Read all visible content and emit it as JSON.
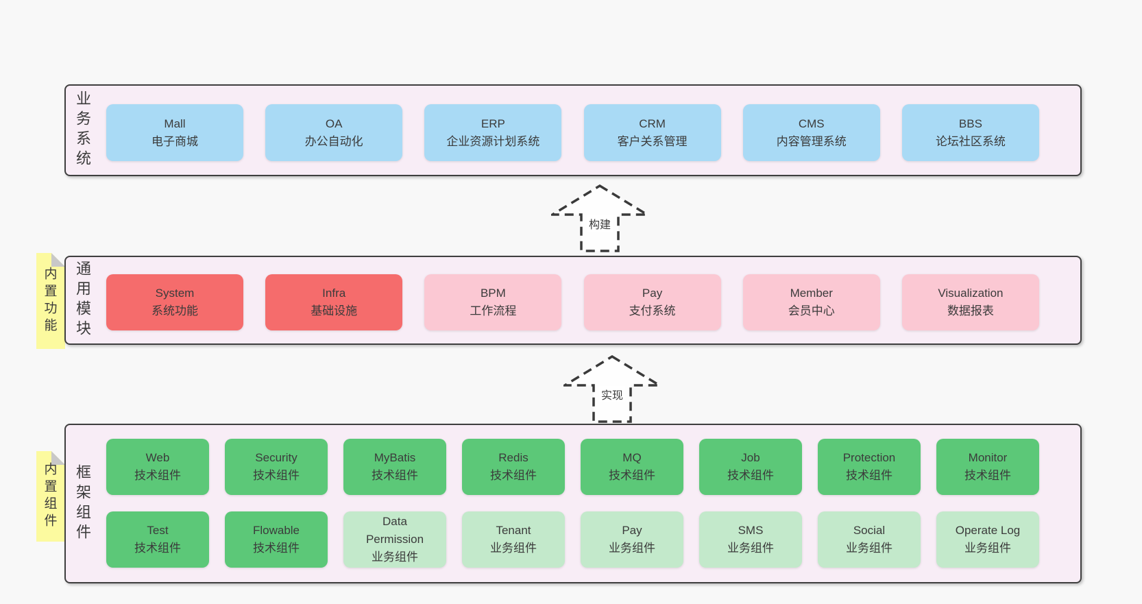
{
  "colors": {
    "page_bg": "#f8f8f8",
    "panel_bg": "#f8edf6",
    "panel_border": "#3f3f3f",
    "box_blue": "#a9daf5",
    "box_red": "#f56c6c",
    "box_pink": "#fbc8d3",
    "box_green": "#5cc878",
    "box_green_light": "#c3e9cb",
    "tab_yellow": "#fcfa9f",
    "fold_gray": "#c8c8c8",
    "text": "#3b3b3b",
    "arrow": "#3a3a3a"
  },
  "sections": {
    "business": {
      "label": "业务系统",
      "boxes": [
        {
          "name": "Mall",
          "desc": "电子商城",
          "variant": "blue"
        },
        {
          "name": "OA",
          "desc": "办公自动化",
          "variant": "blue"
        },
        {
          "name": "ERP",
          "desc": "企业资源计划系统",
          "variant": "blue"
        },
        {
          "name": "CRM",
          "desc": "客户关系管理",
          "variant": "blue"
        },
        {
          "name": "CMS",
          "desc": "内容管理系统",
          "variant": "blue"
        },
        {
          "name": "BBS",
          "desc": "论坛社区系统",
          "variant": "blue"
        }
      ]
    },
    "modules": {
      "tab": "内置功能",
      "label": "通用模块",
      "boxes": [
        {
          "name": "System",
          "desc": "系统功能",
          "variant": "red"
        },
        {
          "name": "Infra",
          "desc": "基础设施",
          "variant": "red"
        },
        {
          "name": "BPM",
          "desc": "工作流程",
          "variant": "pink"
        },
        {
          "name": "Pay",
          "desc": "支付系统",
          "variant": "pink"
        },
        {
          "name": "Member",
          "desc": "会员中心",
          "variant": "pink"
        },
        {
          "name": "Visualization",
          "desc": "数据报表",
          "variant": "pink"
        }
      ]
    },
    "framework": {
      "tab": "内置组件",
      "label": "框架组件",
      "row1": [
        {
          "name": "Web",
          "desc": "技术组件",
          "variant": "green"
        },
        {
          "name": "Security",
          "desc": "技术组件",
          "variant": "green"
        },
        {
          "name": "MyBatis",
          "desc": "技术组件",
          "variant": "green"
        },
        {
          "name": "Redis",
          "desc": "技术组件",
          "variant": "green"
        },
        {
          "name": "MQ",
          "desc": "技术组件",
          "variant": "green"
        },
        {
          "name": "Job",
          "desc": "技术组件",
          "variant": "green"
        },
        {
          "name": "Protection",
          "desc": "技术组件",
          "variant": "green"
        },
        {
          "name": "Monitor",
          "desc": "技术组件",
          "variant": "green"
        }
      ],
      "row2": [
        {
          "name": "Test",
          "desc": "技术组件",
          "variant": "green"
        },
        {
          "name": "Flowable",
          "desc": "技术组件",
          "variant": "green"
        },
        {
          "name": "Data Permission",
          "desc": "业务组件",
          "variant": "green-light"
        },
        {
          "name": "Tenant",
          "desc": "业务组件",
          "variant": "green-light"
        },
        {
          "name": "Pay",
          "desc": "业务组件",
          "variant": "green-light"
        },
        {
          "name": "SMS",
          "desc": "业务组件",
          "variant": "green-light"
        },
        {
          "name": "Social",
          "desc": "业务组件",
          "variant": "green-light"
        },
        {
          "name": "Operate Log",
          "desc": "业务组件",
          "variant": "green-light"
        }
      ]
    }
  },
  "arrows": {
    "build": "构建",
    "implement": "实现"
  }
}
